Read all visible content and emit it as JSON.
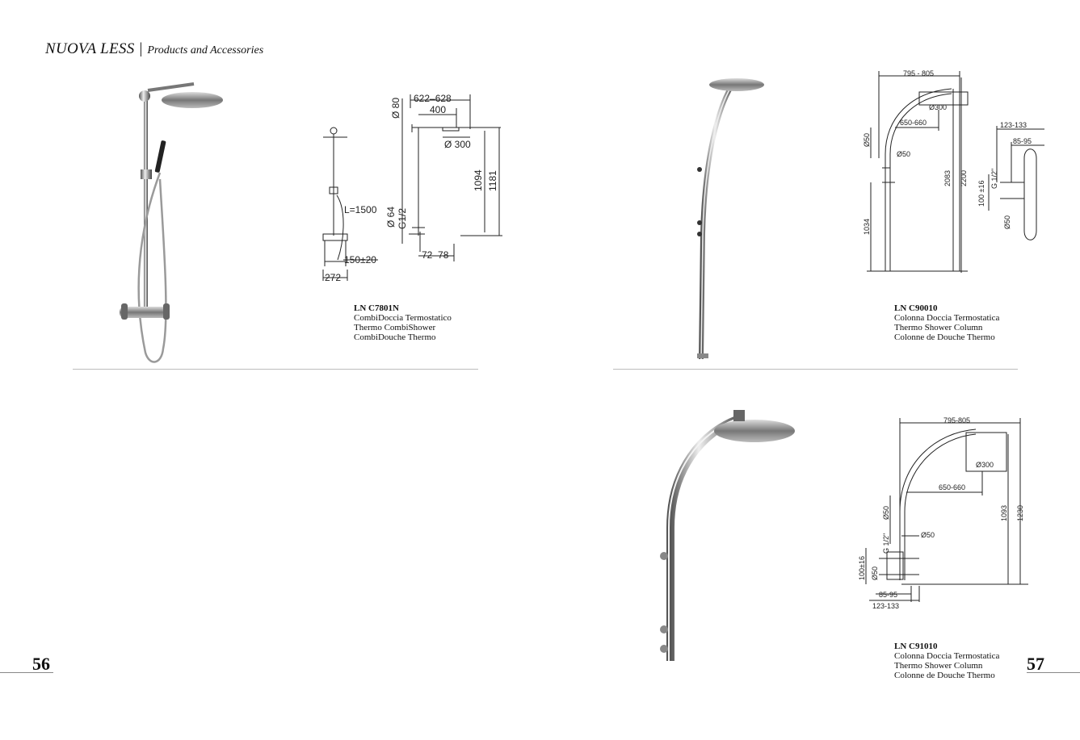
{
  "header": {
    "brand": "NUOVA LESS",
    "separator": "|",
    "subtitle": "Products and Accessories"
  },
  "pages": {
    "left": "56",
    "right": "57"
  },
  "products": [
    {
      "code": "LN C7801N",
      "lines": [
        "CombiDoccia Termostatico",
        "Thermo CombiShower",
        "CombiDouche Thermo"
      ],
      "dims": {
        "total_width": "622–628",
        "arm": "400",
        "head_dia": "Ø 300",
        "top_dia": "Ø 80",
        "height_1": "1094",
        "height_2": "1181",
        "hose": "L=1500",
        "valve_dia": "Ø 64",
        "thread": "G1/2",
        "spacing": "150±20",
        "base": "272",
        "outlet": "72–78"
      }
    },
    {
      "code": "LN C90010",
      "lines": [
        "Colonna Doccia Termostatica",
        "Thermo Shower Column",
        "Colonne de Douche Thermo"
      ],
      "dims": {
        "width": "795 - 805",
        "head_dia": "Ø300",
        "reach": "650-660",
        "pipe_dia": "Ø50",
        "pipe_dia2": "Ø50",
        "height_1": "2083",
        "height_2": "2200",
        "mid": "1034",
        "side_1": "123-133",
        "side_2": "85-95",
        "thread": "G 1/2\"",
        "spacing": "100 ±16",
        "side_dia": "Ø50"
      }
    },
    {
      "code": "LN C91010",
      "lines": [
        "Colonna Doccia Termostatica",
        "Thermo Shower Column",
        "Colonne de Douche Thermo"
      ],
      "dims": {
        "width": "795-805",
        "head_dia": "Ø300",
        "reach": "650-660",
        "pipe_dia": "Ø50",
        "pipe_dia2": "Ø50",
        "thread": "G 1/2\"",
        "height_1": "1093",
        "height_2": "1230",
        "spacing": "100±16",
        "base_dia": "Ø50",
        "side_1": "85-95",
        "side_2": "123-133"
      }
    }
  ]
}
